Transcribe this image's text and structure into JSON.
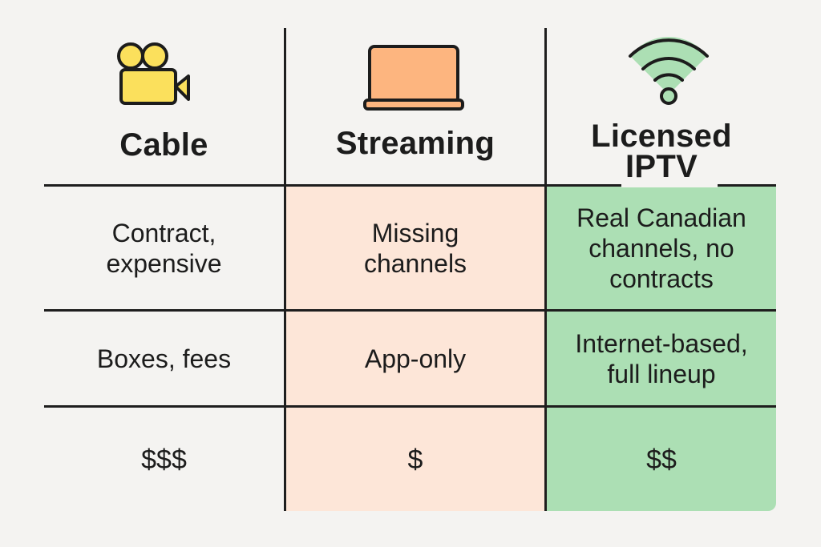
{
  "columns": [
    {
      "key": "cable",
      "title": "Cable",
      "icon": "video-camera-icon",
      "color": "#fbe05c"
    },
    {
      "key": "streaming",
      "title": "Streaming",
      "icon": "laptop-icon",
      "color": "#fdb57f"
    },
    {
      "key": "iptv",
      "title": "Licensed IPTV",
      "title_line1": "Licensed",
      "title_line2": "IPTV",
      "icon": "wifi-icon",
      "color": "#acdfb4"
    }
  ],
  "rows": [
    {
      "cable": "Contract, expensive",
      "streaming": "Missing channels",
      "iptv": "Real Canadian channels, no contracts",
      "cable_lines": [
        "Contract,",
        "expensive"
      ],
      "streaming_lines": [
        "Missing",
        "channels"
      ],
      "iptv_lines": [
        "Real Canadian",
        "channels, no",
        "contracts"
      ]
    },
    {
      "cable": "Boxes, fees",
      "streaming": "App-only",
      "iptv": "Internet-based, full lineup",
      "iptv_lines": [
        "Internet-based,",
        "full lineup"
      ]
    },
    {
      "cable": "$$$",
      "streaming": "$",
      "iptv": "$$"
    }
  ],
  "colors": {
    "background": "#f4f3f1",
    "streaming_fill": "#fde6d8",
    "iptv_fill": "#acdfb4",
    "grid_line": "#1e1e1e"
  }
}
